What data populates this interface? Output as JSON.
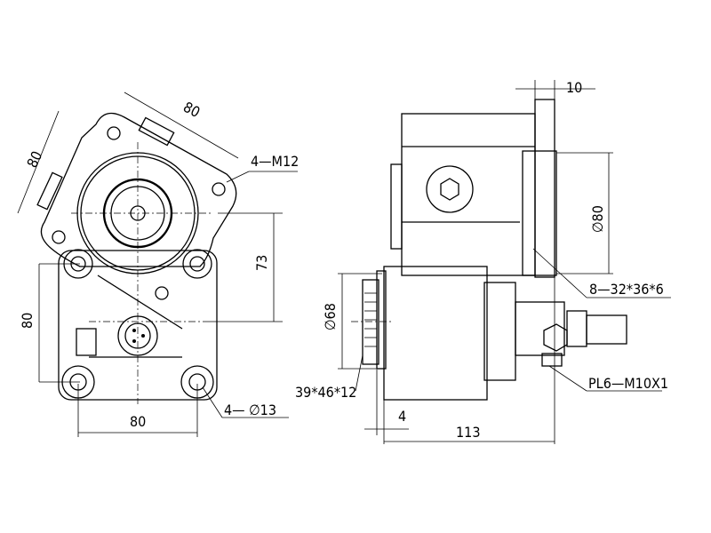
{
  "front_view": {
    "dims": {
      "flange_top": "80",
      "flange_left": "80",
      "thread_holes": "4—M12",
      "shaft_to_connector": "73",
      "hole_vertical": "80",
      "hole_horizontal": "80",
      "mount_holes": "4— ∅13"
    }
  },
  "side_view": {
    "dims": {
      "flange_thickness": "10",
      "pilot_diameter": "∅80",
      "spline_input": "8—32*36*6",
      "shaft_diameter": "∅68",
      "spline_output": "39*46*12",
      "port": "PL6—M10X1",
      "offset": "4",
      "length": "113"
    }
  }
}
